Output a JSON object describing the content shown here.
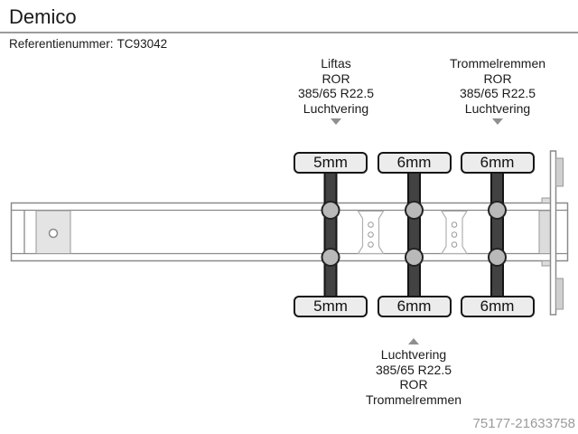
{
  "header": {
    "title": "Demico",
    "reference_label": "Referentienummer:",
    "reference_value": "TC93042"
  },
  "annotations": {
    "top_left": {
      "target": "lift-axle",
      "arrow_icon": "arrow-down-icon",
      "lines": [
        "Liftas",
        "ROR",
        "385/65 R22.5",
        "Luchtvering"
      ]
    },
    "top_right": {
      "target": "rear-axle",
      "arrow_icon": "arrow-down-icon",
      "lines": [
        "Trommelremmen",
        "ROR",
        "385/65 R22.5",
        "Luchtvering"
      ]
    },
    "bottom": {
      "target": "middle-axle",
      "arrow_icon": "arrow-up-icon",
      "lines": [
        "Luchtvering",
        "385/65 R22.5",
        "ROR",
        "Trommelremmen"
      ]
    }
  },
  "diagram": {
    "description": "top-view schematic of 3-axle semi-trailer chassis",
    "axles": [
      {
        "name": "axle-1",
        "top_tire_tread": "5mm",
        "bottom_tire_tread": "5mm"
      },
      {
        "name": "axle-2",
        "top_tire_tread": "6mm",
        "bottom_tire_tread": "6mm"
      },
      {
        "name": "axle-3",
        "top_tire_tread": "6mm",
        "bottom_tire_tread": "6mm"
      }
    ]
  },
  "footer": {
    "watermark": "75177-21633758"
  },
  "colors": {
    "text": "#1a1a1a",
    "outline_gray": "#8a8a8a",
    "light_fill_gray": "#e4e4e4",
    "axle_dark": "#424242",
    "bellow_gray": "#b9b9b9",
    "arrow_gray": "#8f8f8f",
    "watermark_gray": "#9b9b9b"
  }
}
